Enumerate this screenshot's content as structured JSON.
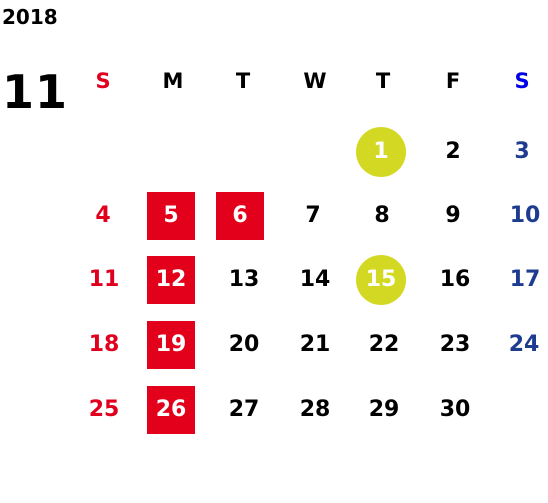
{
  "calendar": {
    "year": "2018",
    "month": "11",
    "weekdays": [
      "S",
      "M",
      "T",
      "W",
      "T",
      "F",
      "S"
    ],
    "weeks": [
      [
        "",
        "",
        "",
        "",
        "1",
        "2",
        "3"
      ],
      [
        "4",
        "5",
        "6",
        "7",
        "8",
        "9",
        "10"
      ],
      [
        "11",
        "12",
        "13",
        "14",
        "15",
        "16",
        "17"
      ],
      [
        "18",
        "19",
        "20",
        "21",
        "22",
        "23",
        "24"
      ],
      [
        "25",
        "26",
        "27",
        "28",
        "29",
        "30",
        ""
      ]
    ],
    "highlighted_red": [
      "5",
      "6",
      "12",
      "19",
      "26"
    ],
    "highlighted_circle": [
      "1",
      "15"
    ],
    "colors": {
      "sunday": "#e0001e",
      "saturday": "#1e3c8f",
      "red_highlight": "#e3001b",
      "circle_highlight": "#d3d923"
    }
  }
}
